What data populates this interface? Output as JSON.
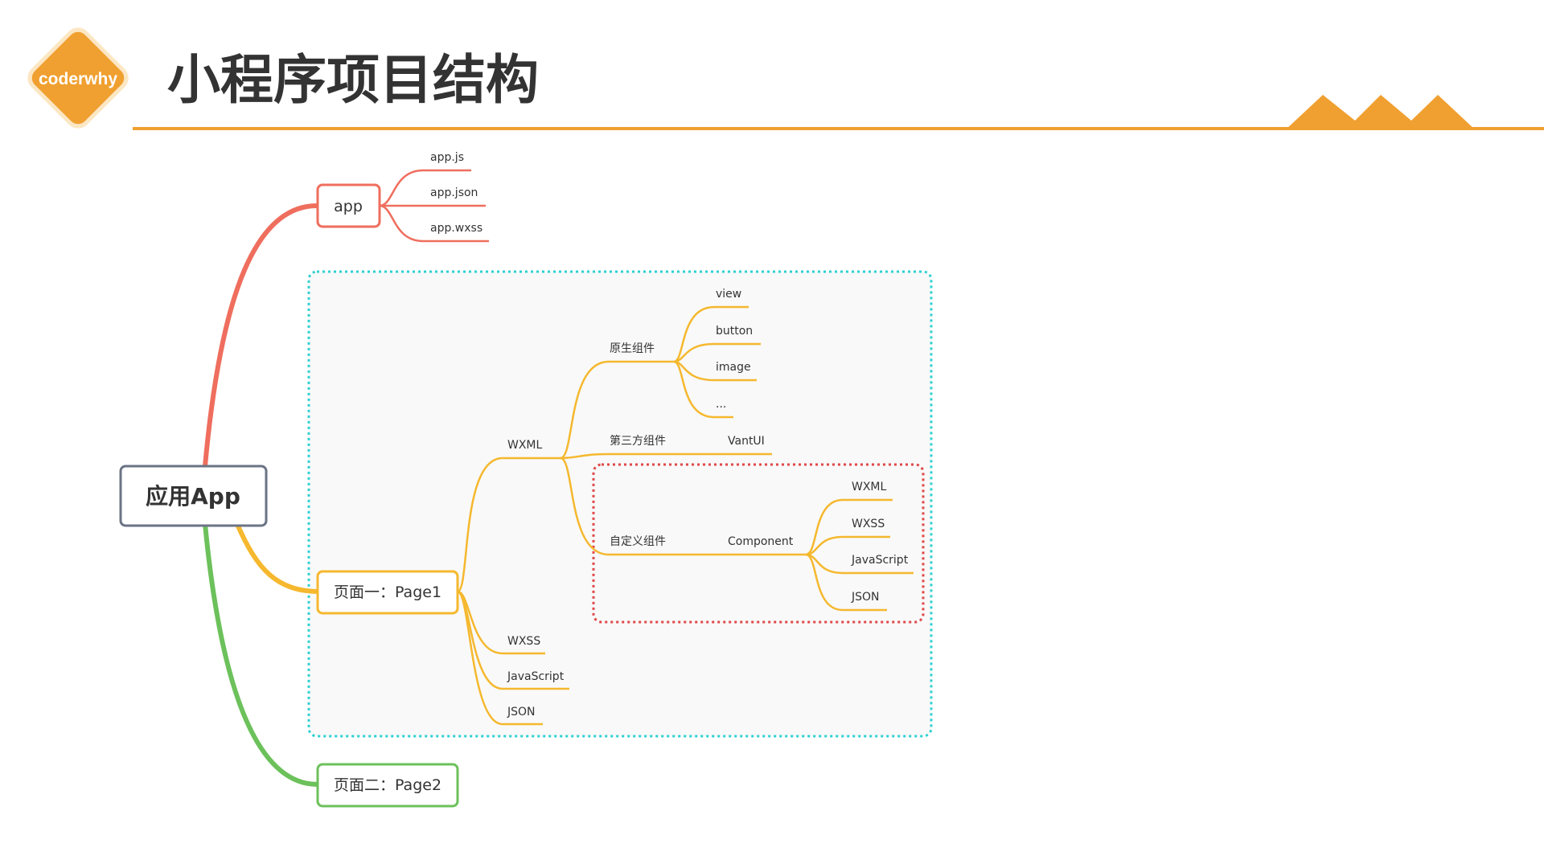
{
  "header": {
    "logo_text": "coderwhy",
    "title": "小程序项目结构"
  },
  "colors": {
    "accent": "#F0A030",
    "app_branch": "#EF6E5E",
    "page1_branch": "#F5B82E",
    "page2_branch": "#6CC15B",
    "root_border": "#6B7385",
    "teal_box": "#2FD0D0",
    "red_box": "#E04848"
  },
  "mindmap": {
    "root": "应用App",
    "app": {
      "label": "app",
      "children": [
        "app.js",
        "app.json",
        "app.wxss"
      ]
    },
    "page1": {
      "label": "页面一：Page1",
      "wxml": {
        "label": "WXML",
        "native": {
          "label": "原生组件",
          "children": [
            "view",
            "button",
            "image",
            "..."
          ]
        },
        "third_party": {
          "label": "第三方组件",
          "child": "VantUI"
        },
        "custom": {
          "label": "自定义组件",
          "component": {
            "label": "Component",
            "children": [
              "WXML",
              "WXSS",
              "JavaScript",
              "JSON"
            ]
          }
        }
      },
      "others": [
        "WXSS",
        "JavaScript",
        "JSON"
      ]
    },
    "page2": {
      "label": "页面二：Page2"
    }
  }
}
